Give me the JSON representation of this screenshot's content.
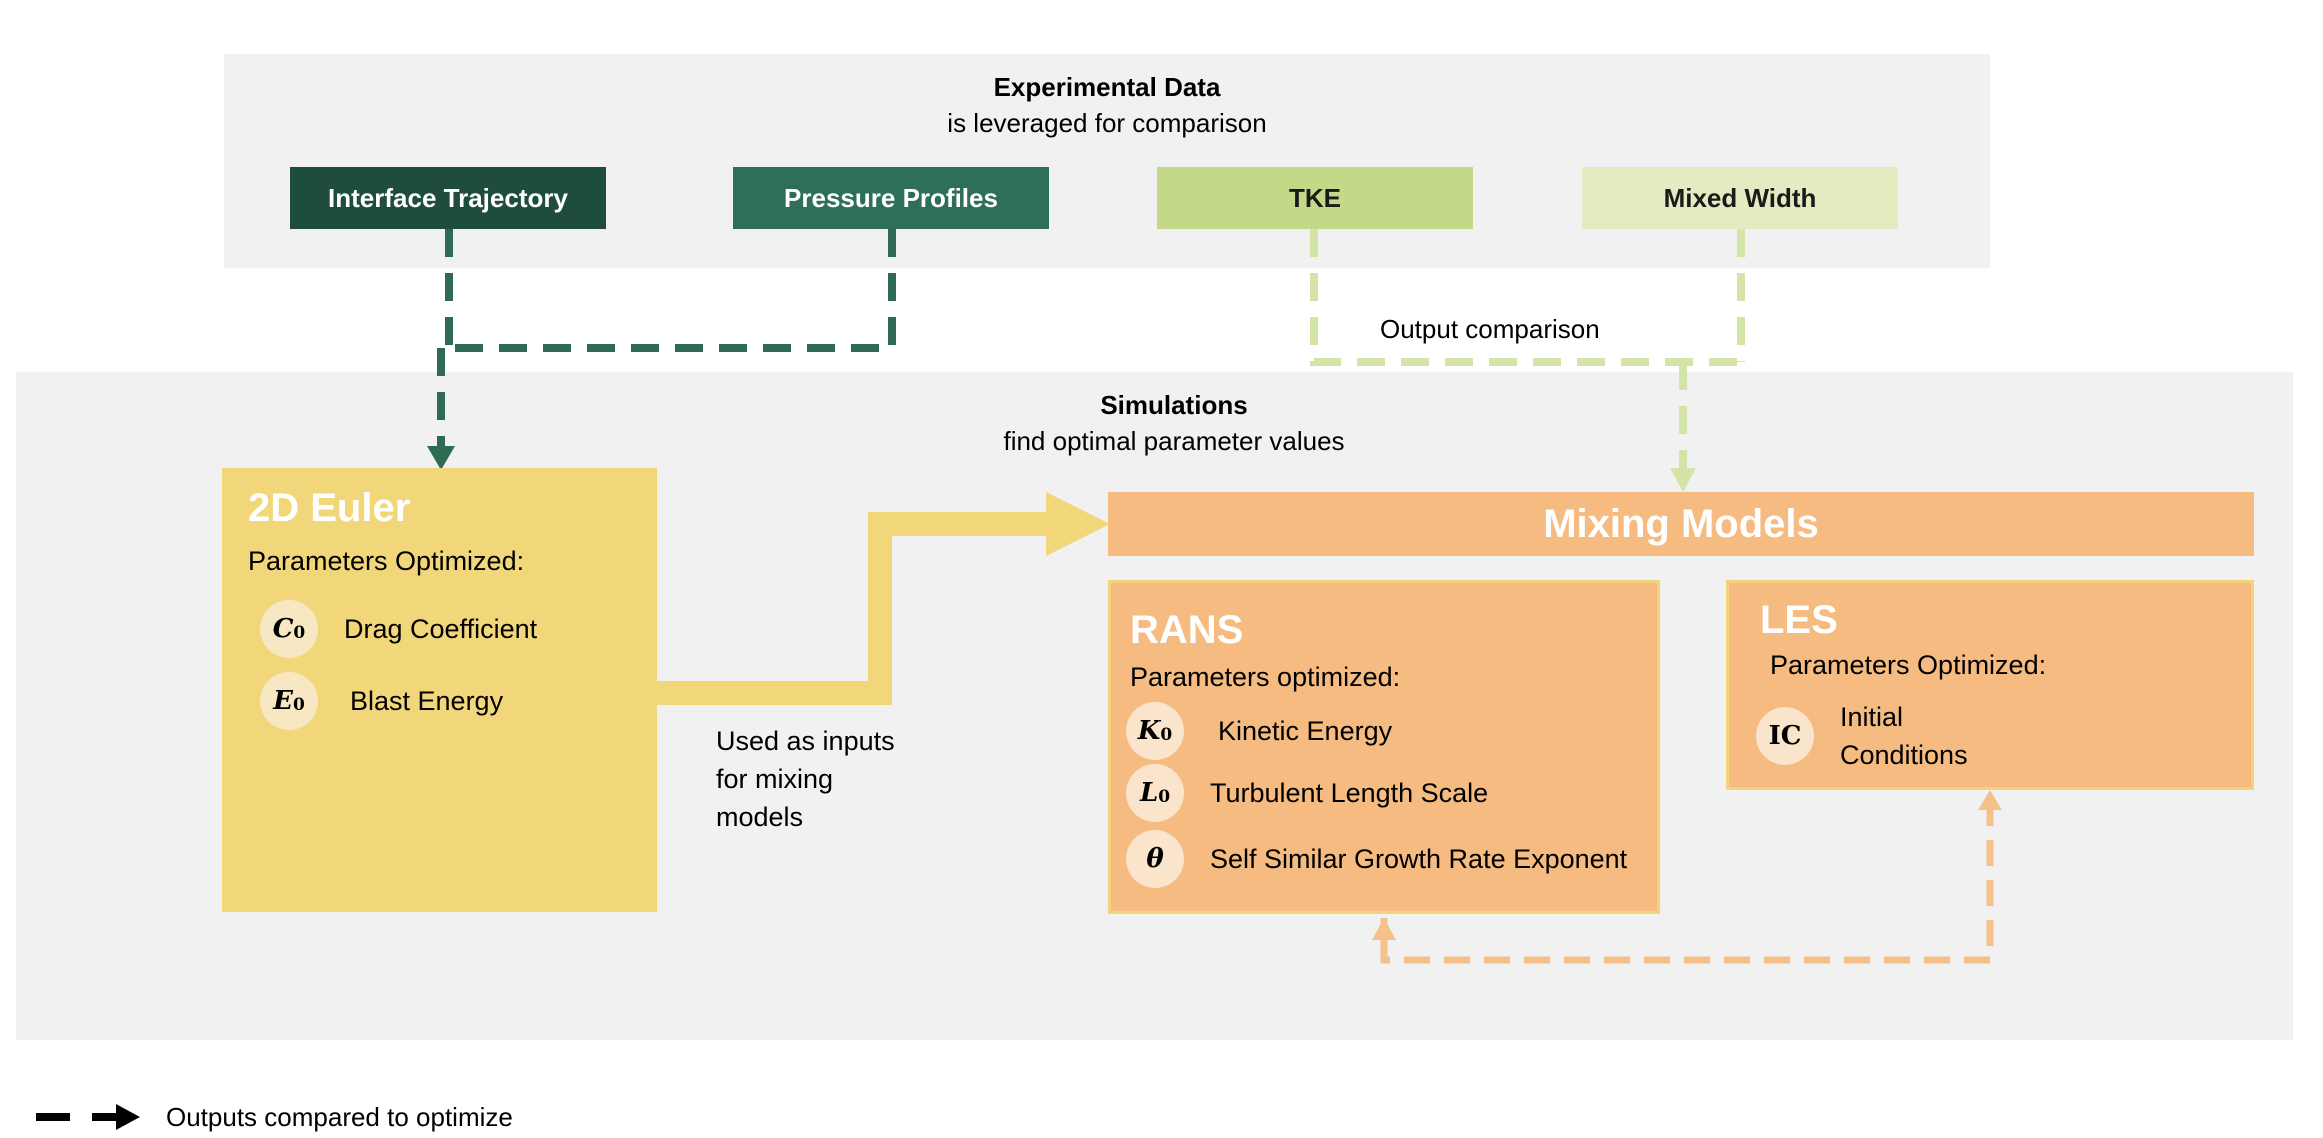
{
  "experimental": {
    "title": "Experimental Data",
    "subtitle": "is leveraged for comparison",
    "tags": [
      {
        "label": "Interface Trajectory",
        "color": "#1e4d3c"
      },
      {
        "label": "Pressure Profiles",
        "color": "#2e7057"
      },
      {
        "label": "TKE",
        "color": "#c4d987"
      },
      {
        "label": "Mixed Width",
        "color": "#e3ecc0"
      }
    ]
  },
  "output_comparison_label": "Output comparison",
  "simulations": {
    "title": "Simulations",
    "subtitle": "find optimal parameter values"
  },
  "euler": {
    "title": "2D Euler",
    "params_label": "Parameters Optimized:",
    "params": [
      {
        "symbol": "C",
        "sub": "0",
        "label": "Drag Coefficient"
      },
      {
        "symbol": "E",
        "sub": "0",
        "label": "Blast Energy"
      }
    ],
    "color": "#f2d77a"
  },
  "inputs_label": {
    "line1": "Used as inputs",
    "line2": "for mixing",
    "line3": "models"
  },
  "mixing": {
    "title": "Mixing Models",
    "color": "#f5bb80"
  },
  "rans": {
    "title": "RANS",
    "params_label": "Parameters optimized:",
    "params": [
      {
        "symbol": "K",
        "sub": "0",
        "label": "Kinetic Energy"
      },
      {
        "symbol": "L",
        "sub": "0",
        "label": "Turbulent Length Scale"
      },
      {
        "symbol": "θ",
        "sub": "",
        "label": "Self Similar Growth Rate Exponent"
      }
    ]
  },
  "les": {
    "title": "LES",
    "params_label": "Parameters Optimized:",
    "params": [
      {
        "symbol": "IC",
        "sub": "",
        "label_line1": "Initial",
        "label_line2": "Conditions"
      }
    ]
  },
  "legend": {
    "label": "Outputs compared to optimize"
  }
}
